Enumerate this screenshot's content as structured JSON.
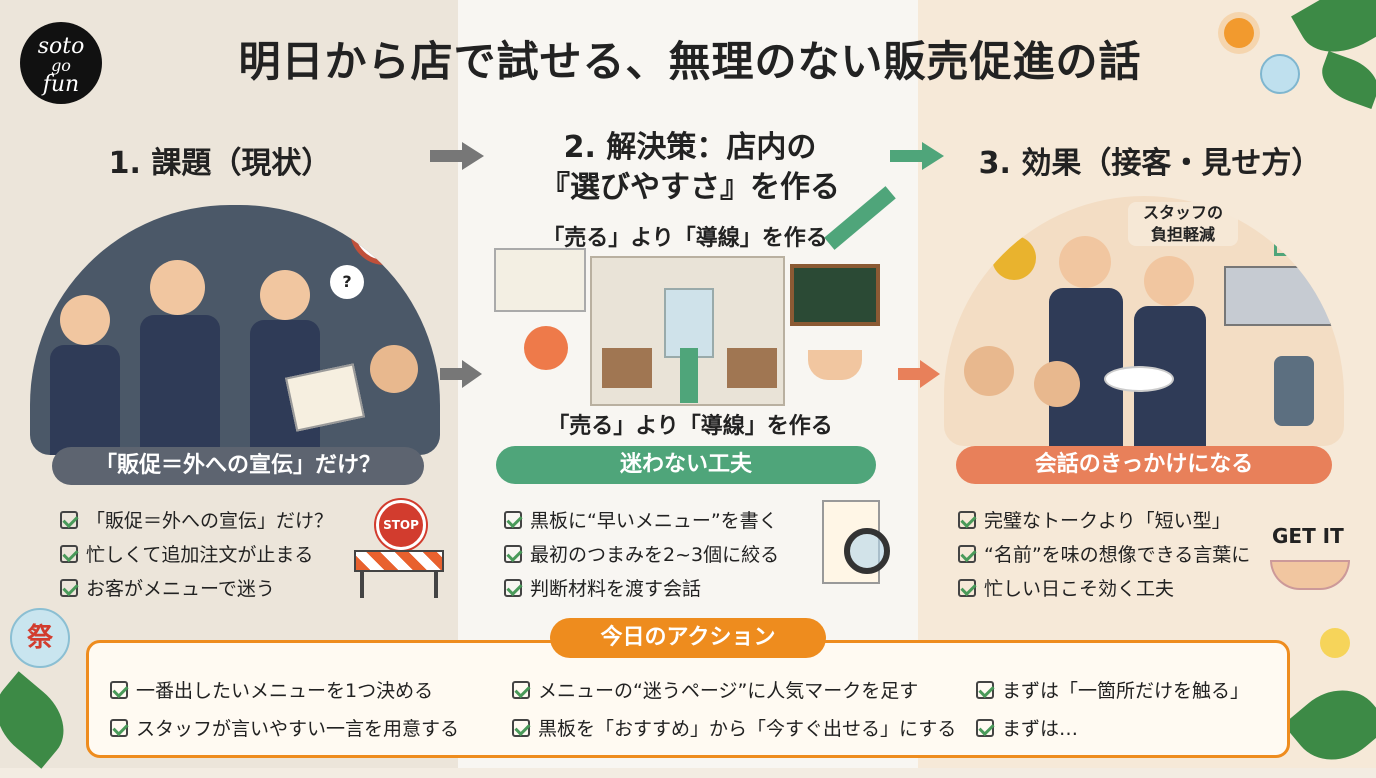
{
  "logo": {
    "line1": "soto",
    "line2": "go",
    "line3": "fun"
  },
  "title": "明日から店で試せる、無理のない販売促進の話",
  "sections": [
    {
      "title": "1. 課題（現状）",
      "pill": "「販促＝外への宣伝」だけ？",
      "items": [
        "「販促＝外への宣伝」だけ？",
        "忙しくて追加注文が止まる",
        "お客がメニューで迷う"
      ],
      "sign": "STOP"
    },
    {
      "title_line1": "2. 解決策：店内の",
      "title_line2": "『選びやすさ』を作る",
      "caption_top": "「売る」より「導線」を作る",
      "caption_bottom": "「売る」より「導線」を作る",
      "pill": "迷わない工夫",
      "items": [
        "黒板に“早いメニュー”を書く",
        "最初のつまみを2~3個に絞る",
        "判断材料を渡す会話"
      ]
    },
    {
      "title": "3. 効果（接客・見せ方）",
      "staff_label_1": "スタッフの",
      "staff_label_2": "負担軽減",
      "pill": "会話のきっかけになる",
      "items": [
        "完璧なトークより「短い型」",
        "“名前”を味の想像できる言葉に",
        "忙しい日こそ効く工夫"
      ],
      "get_it": "GET IT"
    }
  ],
  "festival_fan": "祭",
  "actions": {
    "label": "今日のアクション",
    "items": [
      "一番出したいメニューを1つ決める",
      "スタッフが言いやすい一言を用意する",
      "メニューの“迷うページ”に人気マークを足す",
      "黒板を「おすすめ」から「今すぐ出せる」にする",
      "まずは「一箇所だけを触る」",
      "まずは…"
    ]
  },
  "colors": {
    "green": "#4fa57a",
    "orange": "#ee8c1e",
    "salmon": "#e8805a",
    "gray_arrow": "#777777"
  }
}
